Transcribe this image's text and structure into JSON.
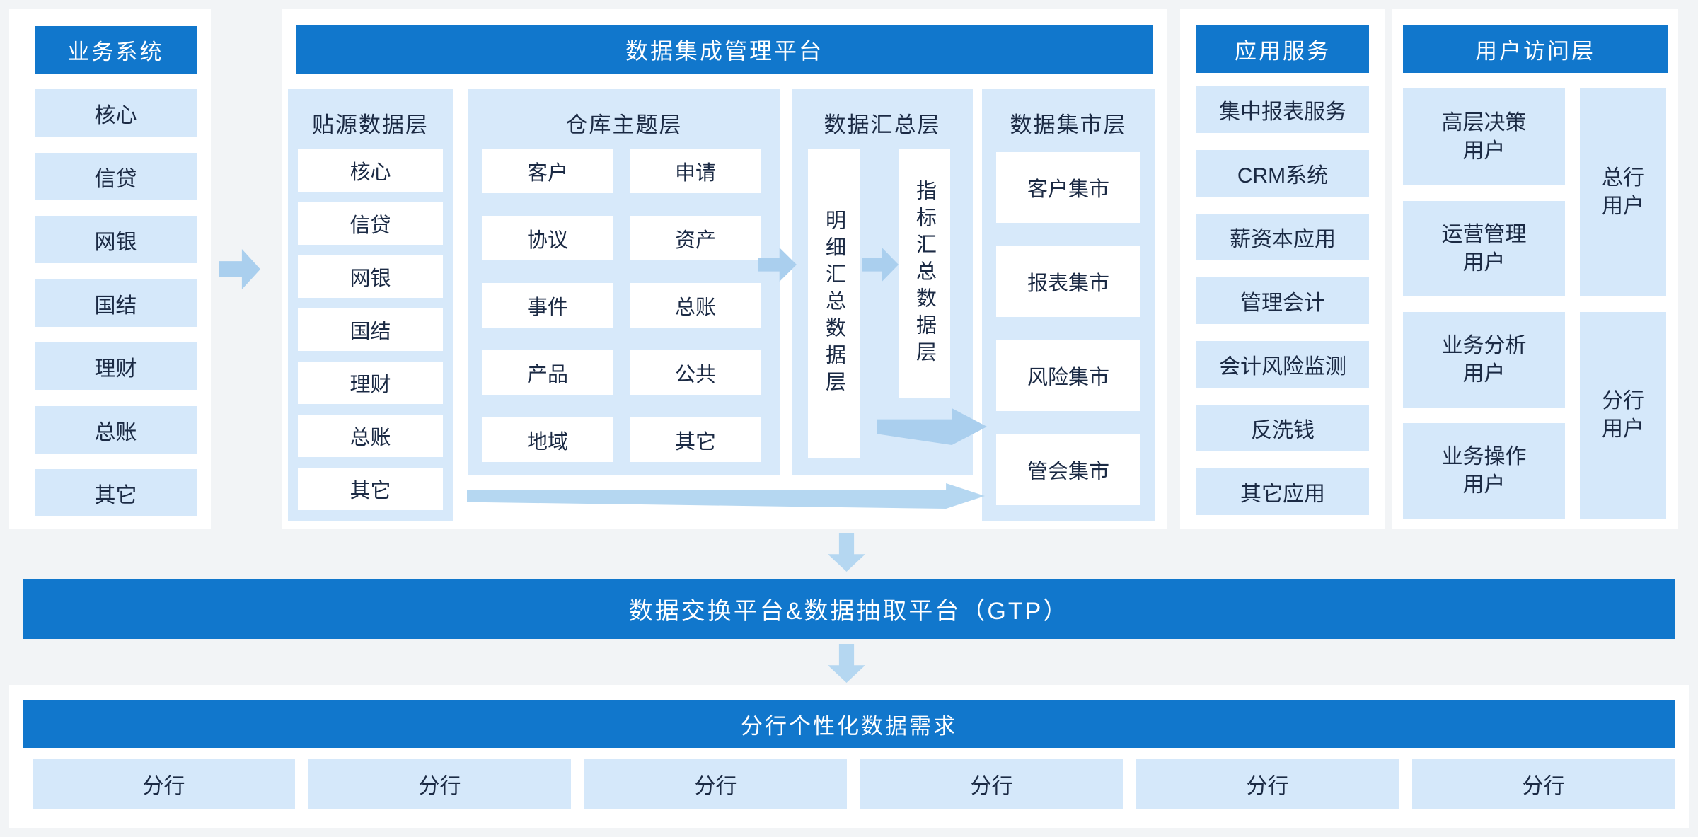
{
  "colors": {
    "accent_blue": "#1177cc",
    "light_blue": "#d5e8fa",
    "arrow_blue": "#aacfee"
  },
  "business_systems": {
    "title": "业务系统",
    "items": [
      "核心",
      "信贷",
      "网银",
      "国结",
      "理财",
      "总账",
      "其它"
    ]
  },
  "platform": {
    "title": "数据集成管理平台",
    "source_layer": {
      "title": "贴源数据层",
      "items": [
        "核心",
        "信贷",
        "网银",
        "国结",
        "理财",
        "总账",
        "其它"
      ]
    },
    "warehouse_layer": {
      "title": "仓库主题层",
      "items": [
        "客户",
        "申请",
        "协议",
        "资产",
        "事件",
        "总账",
        "产品",
        "公共",
        "地域",
        "其它"
      ]
    },
    "summary_layer": {
      "title": "数据汇总层",
      "boxes": [
        "明细汇总数据层",
        "指标汇总数据层"
      ]
    },
    "mart_layer": {
      "title": "数据集市层",
      "items": [
        "客户集市",
        "报表集市",
        "风险集市",
        "管会集市"
      ]
    }
  },
  "app_services": {
    "title": "应用服务",
    "items": [
      "集中报表服务",
      "CRM系统",
      "薪资本应用",
      "管理会计",
      "会计风险监测",
      "反洗钱",
      "其它应用"
    ]
  },
  "user_access": {
    "title": "用户访问层",
    "user_groups": [
      "高层决策\n用户",
      "运营管理\n用户",
      "业务分析\n用户",
      "业务操作\n用户"
    ],
    "org_groups": [
      "总行\n用户",
      "分行\n用户"
    ]
  },
  "exchange_bar": {
    "title": "数据交换平台&数据抽取平台（GTP）"
  },
  "branch_section": {
    "title": "分行个性化数据需求",
    "items": [
      "分行",
      "分行",
      "分行",
      "分行",
      "分行",
      "分行"
    ]
  }
}
